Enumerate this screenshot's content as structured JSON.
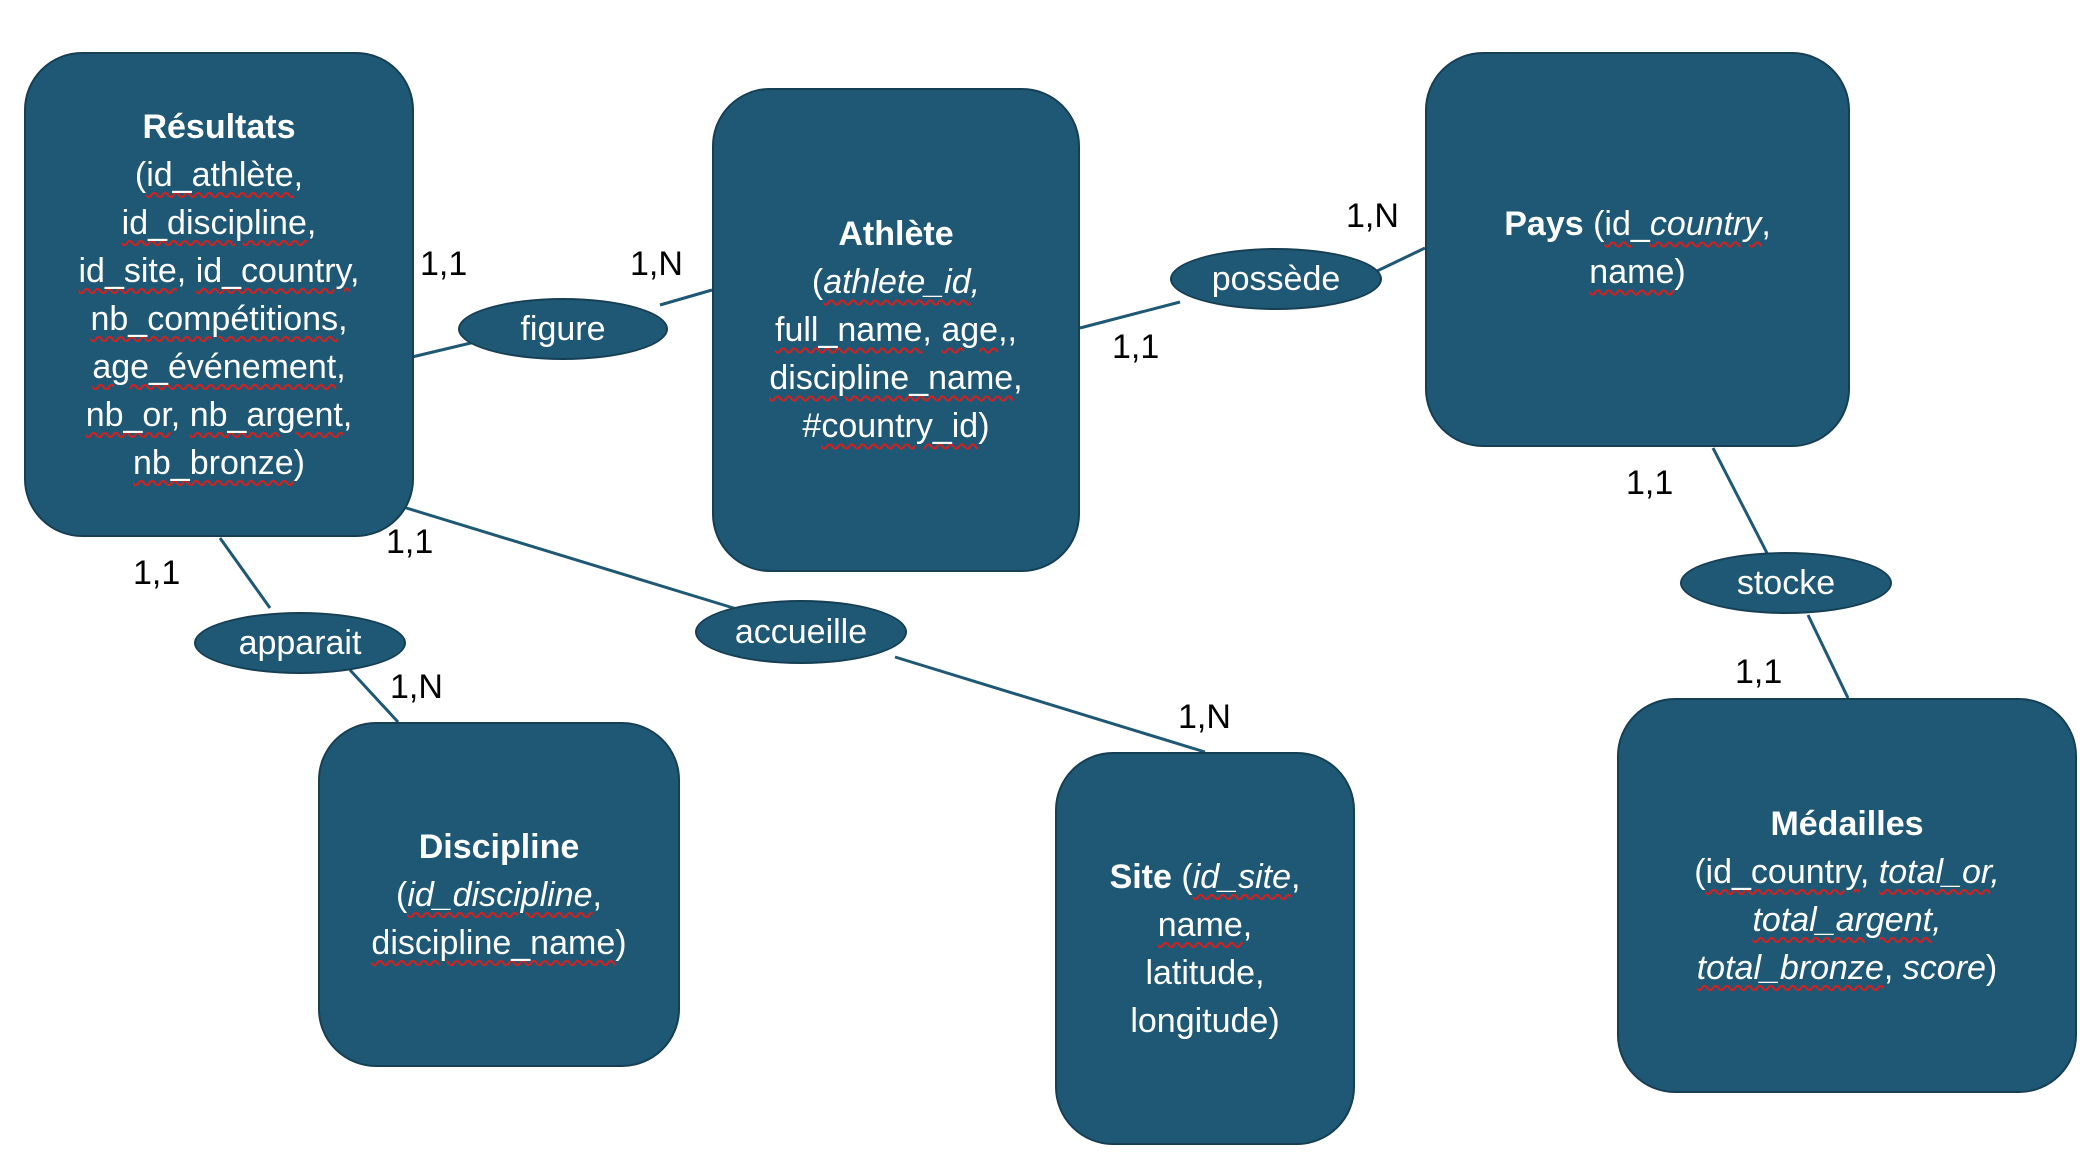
{
  "entities": {
    "resultats": {
      "name": "Résultats",
      "open": "(",
      "a1": "id_athlète",
      "s1": ",",
      "a2": "id_discipline",
      "s2": ",",
      "a3": "id_site",
      "s3": ", ",
      "a4": "id_country",
      "s4": ",",
      "a5": "nb_compétitions",
      "s5": ",",
      "a6": "age_événement",
      "s6": ",",
      "a7": "nb_or",
      "s7": ", ",
      "a8": "nb_argent",
      "s8": ",",
      "a9": "nb_bronze",
      "close": ")"
    },
    "athlete": {
      "name": "Athlète",
      "open": "(",
      "a1": "athlete_id",
      "s1": ",",
      "a2": "full_name",
      "s2": ", ",
      "a3": "age",
      "s3": ",,",
      "a4": "discipline_name",
      "s4": ",",
      "hash": "#",
      "a5": "country_id",
      "close": ")"
    },
    "pays": {
      "name": "Pays",
      "open": " (",
      "a1": "id",
      "u": "_",
      "a2": "country",
      "s2": ",",
      "a3": "name",
      "close": ")"
    },
    "discipline": {
      "name": "Discipline",
      "open": "(",
      "a1": "id_discipline",
      "s1": ",",
      "a2": "discipline_name",
      "close": ")"
    },
    "site": {
      "name": "Site",
      "open": " (",
      "a1": "id_site",
      "s1": ",",
      "a2": "name",
      "s2": ",",
      "a3": "latitude,",
      "a4": "longitude)"
    },
    "medailles": {
      "name": "Médailles",
      "open": "(",
      "a1": "id_country",
      "s1": ", ",
      "a2": "total_or",
      "s2": ",",
      "a3": "total_argent",
      "s3": ",",
      "a4": "total_bronze",
      "s4": ", ",
      "a5": "score",
      "close": ")"
    }
  },
  "relations": {
    "figure": "figure",
    "possede": "possède",
    "stocke": "stocke",
    "apparait": "apparait",
    "accueille": "accueille"
  },
  "cardinalities": {
    "figure_resultats": "1,1",
    "figure_athlete": "1,N",
    "possede_pays": "1,N",
    "possede_athlete": "1,1",
    "stocke_pays": "1,1",
    "stocke_medailles": "1,1",
    "apparait_resultats": "1,1",
    "apparait_discipline": "1,N",
    "accueille_resultats": "1,1",
    "accueille_site": "1,N"
  },
  "colors": {
    "entity_fill": "#1f5874",
    "entity_border": "#163f54",
    "connector": "#1f5874",
    "spellcheck_underline": "#d42020"
  }
}
